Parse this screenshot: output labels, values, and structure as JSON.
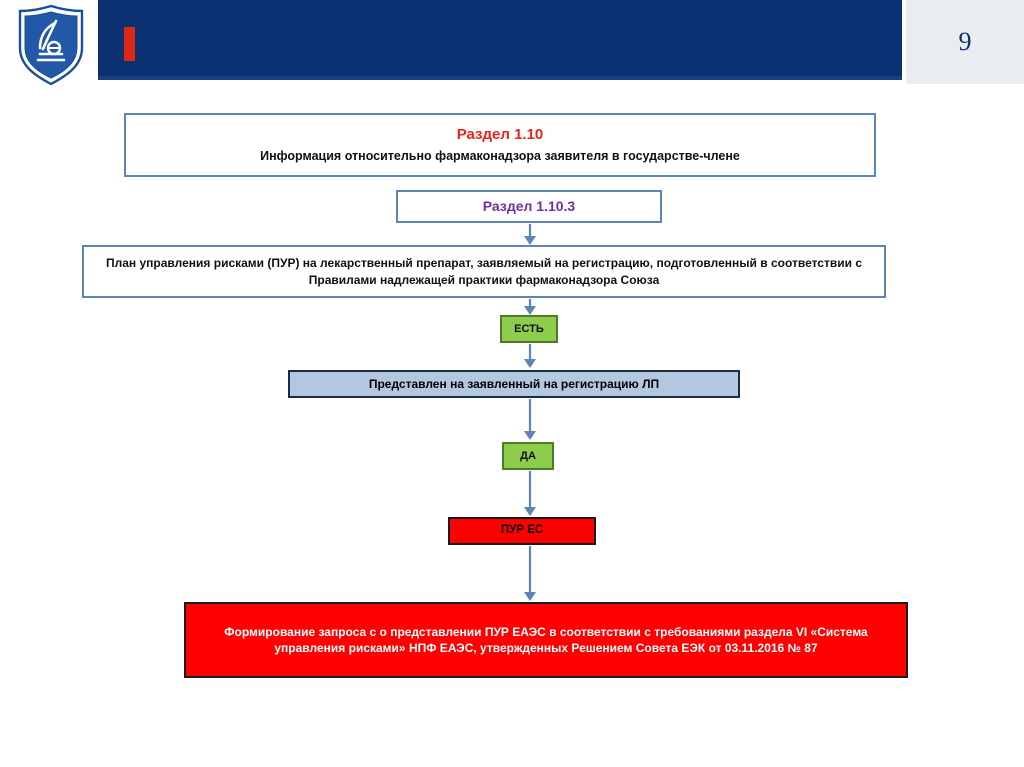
{
  "header": {
    "page_number": "9",
    "logo_name": "microscope-shield-emblem",
    "band_color": "#0d3273",
    "accent_color": "#da2a15",
    "page_panel_color": "#e9edf1"
  },
  "flow": {
    "title_box": {
      "heading": "Раздел 1.10",
      "subheading": "Информация относительно фармаконадзора заявителя в государстве-члене",
      "heading_color": "#e8231a",
      "border_color": "#5b86b5"
    },
    "section_box": {
      "label": "Раздел 1.10.3",
      "text_color": "#7030a0",
      "border_color": "#5b86b5"
    },
    "description_box": {
      "text": "План управления рисками (ПУР) на лекарственный препарат, заявляемый на регистрацию, подготовленный в соответствии с Правилами надлежащей практики фармаконадзора Союза",
      "border_color": "#5b86b5"
    },
    "decision_est": {
      "label": "ЕСТЬ",
      "fill_color": "#8ecc4c",
      "border_color": "#4f7a28"
    },
    "submitted_box": {
      "text": "Представлен на заявленный на регистрацию ЛП",
      "fill_color": "#b4c7e0",
      "border_color": "#1b2b45"
    },
    "decision_da": {
      "label": "ДА",
      "fill_color": "#8ecc4c",
      "border_color": "#4f7a28"
    },
    "pur_es_box": {
      "label": "ПУР ЕС",
      "fill_color": "#fe0000",
      "border_color": "#1a1a1a"
    },
    "request_box": {
      "text": "Формирование запроса с  о представлении ПУР ЕАЭС в соответствии с требованиями раздела VI «Система управления рисками» НПФ ЕАЭС, утвержденных Решением Совета ЕЭК от 03.11.2016 № 87",
      "fill_color": "#fe0000",
      "text_color": "#ffffff",
      "border_color": "#1a1a1a"
    },
    "arrow_color": "#5b86b5",
    "arrows": [
      {
        "name": "arrow-section-to-description"
      },
      {
        "name": "arrow-description-to-est"
      },
      {
        "name": "arrow-est-to-submitted"
      },
      {
        "name": "arrow-submitted-to-da"
      },
      {
        "name": "arrow-da-to-pur-es"
      },
      {
        "name": "arrow-pur-es-to-request"
      }
    ]
  }
}
